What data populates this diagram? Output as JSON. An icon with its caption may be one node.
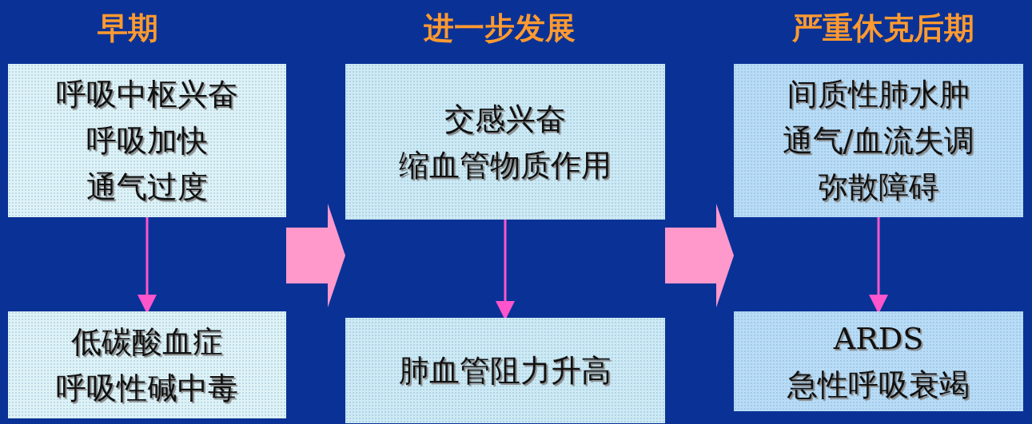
{
  "diagram": {
    "nodes": [
      {
        "text": [
          "呼吸中枢兴奋",
          "呼吸加快",
          "通气过度"
        ]
      },
      {
        "text": [
          "低碳酸血症",
          "呼吸性碱中毒"
        ]
      },
      {
        "text": [
          "交感兴奋",
          "缩血管物质作用"
        ]
      },
      {
        "text": [
          "肺血管阻力升高"
        ]
      },
      {
        "text": [
          "间质性肺水肿",
          "通气/血流失调",
          "弥散障碍"
        ]
      },
      {
        "text": [
          "ARDS",
          "急性呼吸衰竭"
        ]
      }
    ],
    "edges": [
      {
        "from": 0,
        "to": 1,
        "arrow": "to"
      },
      {
        "from": 2,
        "to": 3,
        "arrow": "to"
      },
      {
        "from": 4,
        "to": 5,
        "arrow": "to"
      },
      {
        "from": 0,
        "to": 2,
        "arrow": "to",
        "style": "thick"
      },
      {
        "from": 2,
        "to": 4,
        "arrow": "to",
        "style": "thick"
      }
    ],
    "labels": [
      "早期",
      "进一步发展",
      "严重休克后期"
    ]
  }
}
